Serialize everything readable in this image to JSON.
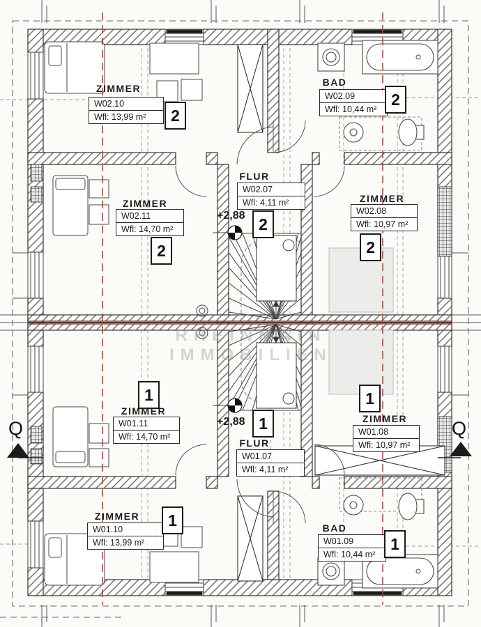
{
  "drawing_type": "floor-plan",
  "watermark": {
    "line1": "RHEINMAIN",
    "line2": "IMMOBILIEN"
  },
  "section_markers": {
    "left": "Q",
    "right": "Q"
  },
  "level_markers": {
    "upper": "+2,88",
    "lower": "+2,88"
  },
  "unit_badges": {
    "unit1": "1",
    "unit2": "2"
  },
  "rooms": {
    "w02_10": {
      "name": "ZIMMER",
      "code": "W02.10",
      "area": "Wfl: 13,99 m²"
    },
    "w02_09": {
      "name": "BAD",
      "code": "W02.09",
      "area": "Wfl: 10,44 m²"
    },
    "w02_11": {
      "name": "ZIMMER",
      "code": "W02.11",
      "area": "Wfl: 14,70 m²"
    },
    "w02_07": {
      "name": "FLUR",
      "code": "W02.07",
      "area": "Wfl: 4,11 m²"
    },
    "w02_08": {
      "name": "ZIMMER",
      "code": "W02.08",
      "area": "Wfl: 10,97 m²"
    },
    "w01_11": {
      "name": "ZIMMER",
      "code": "W01.11",
      "area": "Wfl: 14,70 m²"
    },
    "w01_07": {
      "name": "FLUR",
      "code": "W01.07",
      "area": "Wfl: 4,11 m²"
    },
    "w01_08": {
      "name": "ZIMMER",
      "code": "W01.08",
      "area": "Wfl: 10,97 m²"
    },
    "w01_10": {
      "name": "ZIMMER",
      "code": "W01.10",
      "area": "Wfl: 13,99 m²"
    },
    "w01_09": {
      "name": "BAD",
      "code": "W01.09",
      "area": "Wfl: 10,44 m²"
    }
  },
  "colors": {
    "section_line_red": "#a84038",
    "party_wall_red": "#6f2b1f",
    "line": "#333333",
    "watermark_gray": "#a0a096"
  }
}
